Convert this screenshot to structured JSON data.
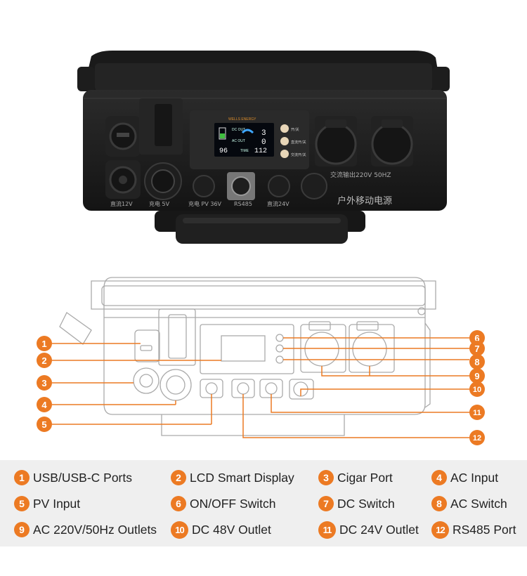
{
  "photo": {
    "lcd": {
      "dc_out": "DC OUT",
      "ac_out": "AC OUT",
      "dc_value": "3",
      "ac_value": "0",
      "battery_pct": "96",
      "time_label": "TIME",
      "time_value": "112"
    },
    "brand": "WELLS ENERGY",
    "buttons": [
      "开/关",
      "直流开/关",
      "交流开/关"
    ],
    "labels": {
      "ac_out": "交流输出220V 50HZ",
      "dc12": "直流12V",
      "charge": "充电 5V",
      "charge_pv": "充电 PV 36V",
      "rs485": "RS485",
      "dc24": "直流24V",
      "title": "户外移动电源"
    }
  },
  "callouts": [
    "1",
    "2",
    "3",
    "4",
    "5",
    "6",
    "7",
    "8",
    "9",
    "10",
    "11",
    "12"
  ],
  "legend": [
    {
      "num": "1",
      "text": "USB/USB-C Ports"
    },
    {
      "num": "2",
      "text": "LCD Smart Display"
    },
    {
      "num": "3",
      "text": "Cigar Port"
    },
    {
      "num": "4",
      "text": "AC Input"
    },
    {
      "num": "5",
      "text": "PV Input"
    },
    {
      "num": "6",
      "text": "ON/OFF Switch"
    },
    {
      "num": "7",
      "text": "DC Switch"
    },
    {
      "num": "8",
      "text": "AC Switch"
    },
    {
      "num": "9",
      "text": "AC 220V/50Hz Outlets"
    },
    {
      "num": "10",
      "text": "DC 48V Outlet"
    },
    {
      "num": "11",
      "text": "DC 24V Outlet"
    },
    {
      "num": "12",
      "text": "RS485 Port"
    }
  ],
  "colors": {
    "accent": "#ec7a23",
    "legend_bg": "#efefef",
    "case": "#1c1c1c"
  }
}
